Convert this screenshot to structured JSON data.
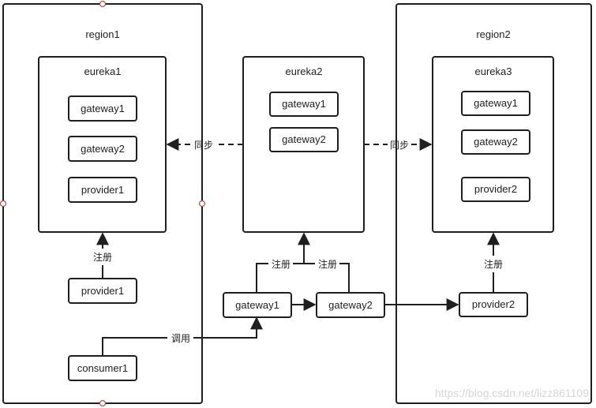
{
  "regions": {
    "region1": "region1",
    "region2": "region2"
  },
  "eureka": {
    "eureka1": "eureka1",
    "eureka2": "eureka2",
    "eureka3": "eureka3"
  },
  "eureka1_items": [
    "gateway1",
    "gateway2",
    "provider1"
  ],
  "eureka2_items": [
    "gateway1",
    "gateway2"
  ],
  "eureka3_items": [
    "gateway1",
    "gateway2",
    "provider2"
  ],
  "nodes": {
    "provider1": "provider1",
    "consumer1": "consumer1",
    "gateway1": "gateway1",
    "gateway2": "gateway2",
    "provider2": "provider2"
  },
  "labels": {
    "sync": "同步",
    "register": "注册",
    "invoke": "调用"
  },
  "watermark": "https://blog.csdn.net/lizz861109"
}
